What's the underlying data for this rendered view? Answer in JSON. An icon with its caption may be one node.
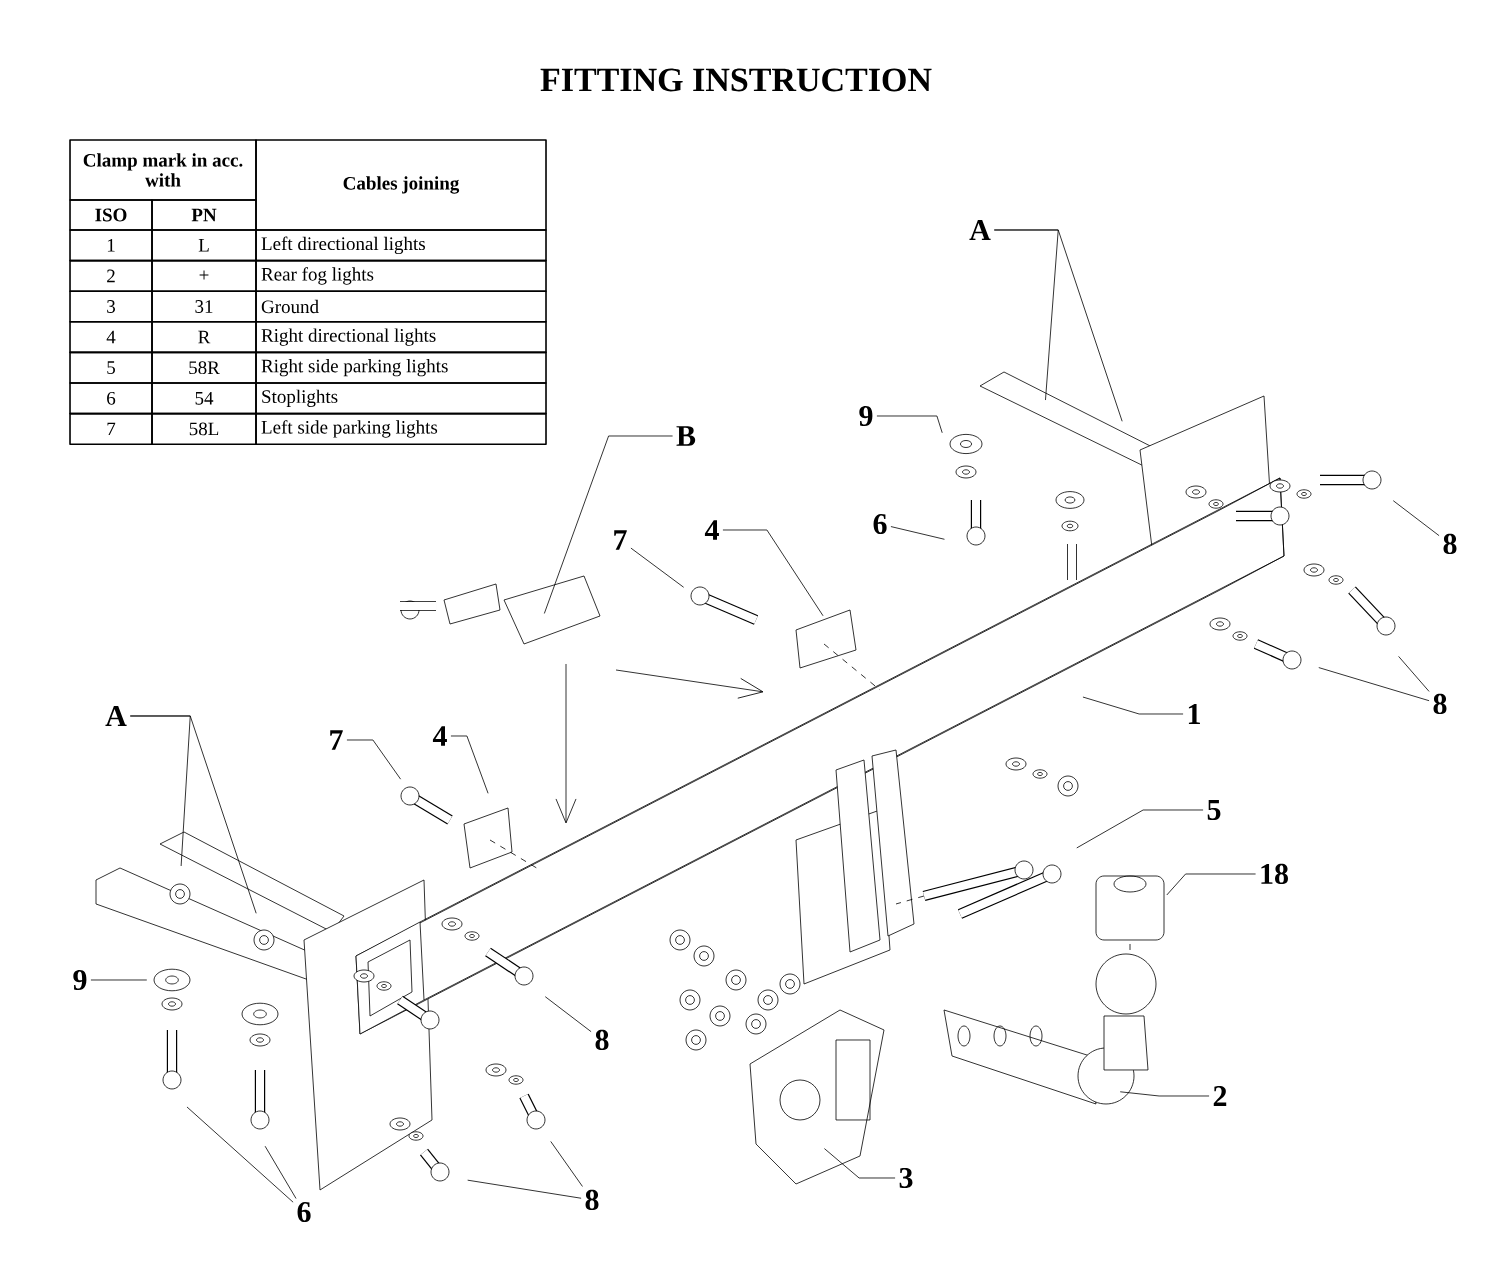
{
  "diagram": {
    "title": "FITTING INSTRUCTION",
    "nodes": [
      {
        "text": [
          "A"
        ]
      },
      {
        "text": [
          "9"
        ]
      },
      {
        "text": [
          "B"
        ]
      },
      {
        "text": [
          "6"
        ]
      },
      {
        "text": [
          "7"
        ]
      },
      {
        "text": [
          "4"
        ]
      },
      {
        "text": [
          "8"
        ]
      },
      {
        "text": [
          "8"
        ]
      },
      {
        "text": [
          "1"
        ]
      },
      {
        "text": [
          "A"
        ]
      },
      {
        "text": [
          "7"
        ]
      },
      {
        "text": [
          "4"
        ]
      },
      {
        "text": [
          "5"
        ]
      },
      {
        "text": [
          "18"
        ]
      },
      {
        "text": [
          "9"
        ]
      },
      {
        "text": [
          "8"
        ]
      },
      {
        "text": [
          "2"
        ]
      },
      {
        "text": [
          "3"
        ]
      },
      {
        "text": [
          "8"
        ]
      },
      {
        "text": [
          "6"
        ]
      }
    ],
    "edges": [
      {
        "from": 0,
        "to": null,
        "arrow": "none"
      },
      {
        "from": 0,
        "to": null,
        "arrow": "none"
      },
      {
        "from": 1,
        "to": null,
        "arrow": "none"
      },
      {
        "from": 2,
        "to": null,
        "arrow": "none"
      },
      {
        "from": 3,
        "to": null,
        "arrow": "none"
      },
      {
        "from": 4,
        "to": null,
        "arrow": "none"
      },
      {
        "from": 5,
        "to": null,
        "arrow": "none"
      },
      {
        "from": 6,
        "to": null,
        "arrow": "none"
      },
      {
        "from": 7,
        "to": null,
        "arrow": "none"
      },
      {
        "from": 7,
        "to": null,
        "arrow": "none"
      },
      {
        "from": 8,
        "to": null,
        "arrow": "none"
      },
      {
        "from": 9,
        "to": null,
        "arrow": "none"
      },
      {
        "from": 9,
        "to": null,
        "arrow": "none"
      },
      {
        "from": 10,
        "to": null,
        "arrow": "none"
      },
      {
        "from": 11,
        "to": null,
        "arrow": "none"
      },
      {
        "from": 12,
        "to": null,
        "arrow": "none"
      },
      {
        "from": 13,
        "to": null,
        "arrow": "none"
      },
      {
        "from": 14,
        "to": null,
        "arrow": "none"
      },
      {
        "from": 15,
        "to": null,
        "arrow": "none"
      },
      {
        "from": 16,
        "to": null,
        "arrow": "none"
      },
      {
        "from": 17,
        "to": null,
        "arrow": "none"
      },
      {
        "from": 18,
        "to": null,
        "arrow": "none"
      },
      {
        "from": 18,
        "to": null,
        "arrow": "none"
      },
      {
        "from": 19,
        "to": null,
        "arrow": "none"
      },
      {
        "from": 19,
        "to": null,
        "arrow": "none"
      }
    ],
    "labels": [
      "Clamp mark in acc. with",
      "Cables joining",
      "ISO",
      "PN",
      "1",
      "L",
      "Left directional lights",
      "2",
      "+",
      "Rear fog lights",
      "3",
      "31",
      "Ground",
      "4",
      "R",
      "Right directional lights",
      "5",
      "58R",
      "Right side parking lights",
      "6",
      "54",
      "Stoplights",
      "7",
      "58L",
      "Left side parking lights"
    ]
  }
}
